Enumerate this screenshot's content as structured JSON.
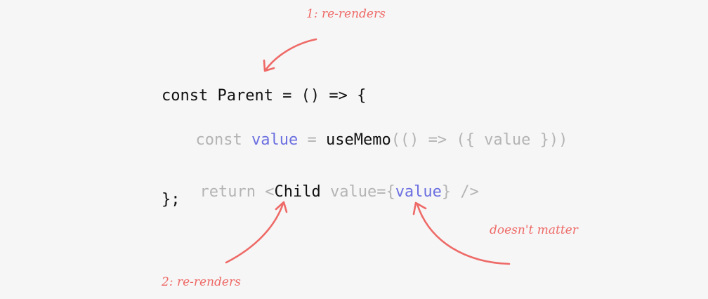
{
  "colors": {
    "background": "#f6f6f6",
    "text_dark": "#111111",
    "text_faded": "#b4b4b4",
    "variable": "#6b6fe0",
    "annotation": "#ee6a67"
  },
  "annotations": {
    "first": "1: re-renders",
    "second": "2: re-renders",
    "third": "doesn't matter"
  },
  "code": {
    "line1": "const Parent = () => {",
    "line2": {
      "kw": "const",
      "var": "value",
      "eq": "=",
      "fn": "useMemo",
      "rest": "(() => ({ value }))"
    },
    "line3": {
      "kw": "return",
      "lt": "<",
      "component": "Child",
      "attr": "value={",
      "var": "value",
      "close": "} />"
    },
    "line4": "};"
  }
}
